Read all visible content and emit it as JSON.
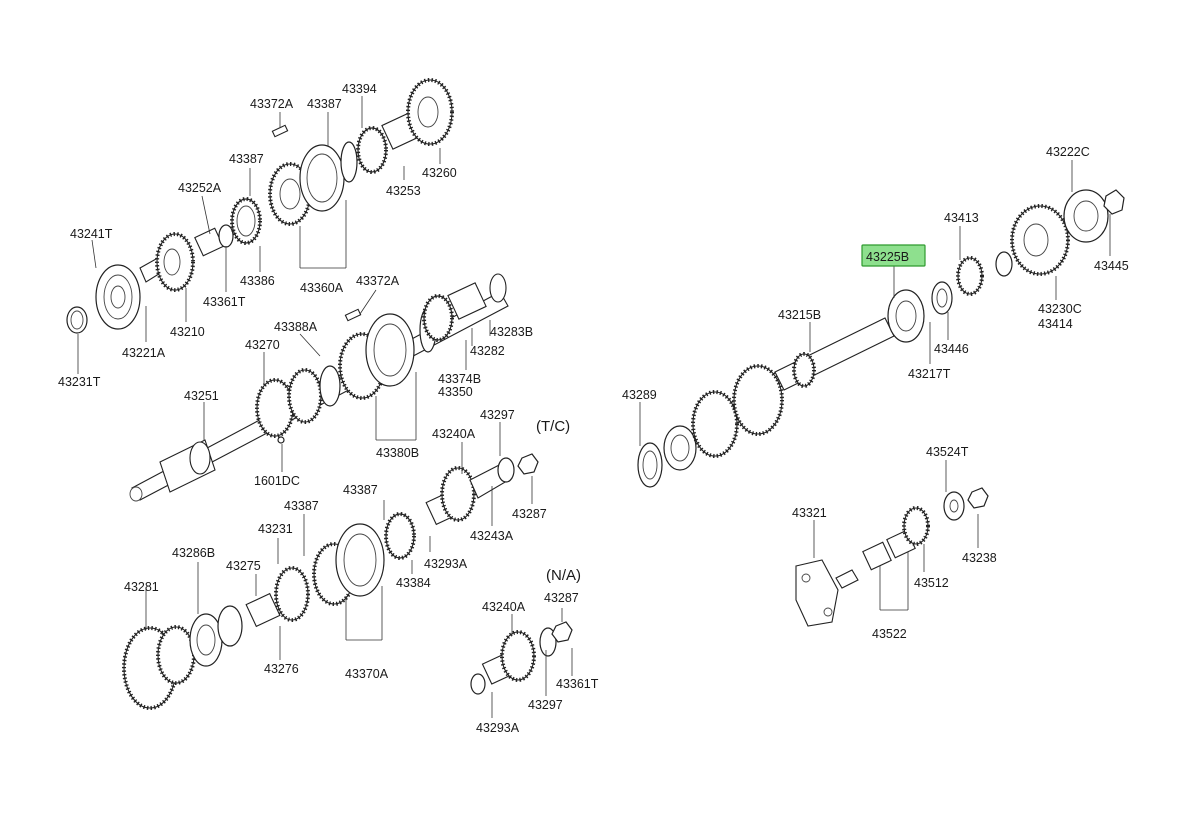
{
  "diagram": {
    "group_labels": [
      "(T/C)",
      "(N/A)"
    ],
    "highlighted_part": "43225B",
    "parts": [
      "43372A",
      "43387",
      "43394",
      "43387",
      "43252A",
      "43260",
      "43253",
      "43241T",
      "43386",
      "43360A",
      "43361T",
      "43210",
      "43221A",
      "43231T",
      "43372A",
      "43388A",
      "43270",
      "43283B",
      "43282",
      "43374B",
      "43350",
      "43251",
      "43380B",
      "1601DC",
      "43297",
      "43240A",
      "43287",
      "43243A",
      "43387",
      "43387",
      "43231",
      "43286B",
      "43275",
      "43293A",
      "43384",
      "43281",
      "43276",
      "43370A",
      "43240A",
      "43287",
      "43361T",
      "43297",
      "43293A",
      "43222C",
      "43413",
      "43225B",
      "43445",
      "43215B",
      "43230C",
      "43414",
      "43446",
      "43217T",
      "43289",
      "43524T",
      "43321",
      "43238",
      "43512",
      "43522"
    ]
  }
}
